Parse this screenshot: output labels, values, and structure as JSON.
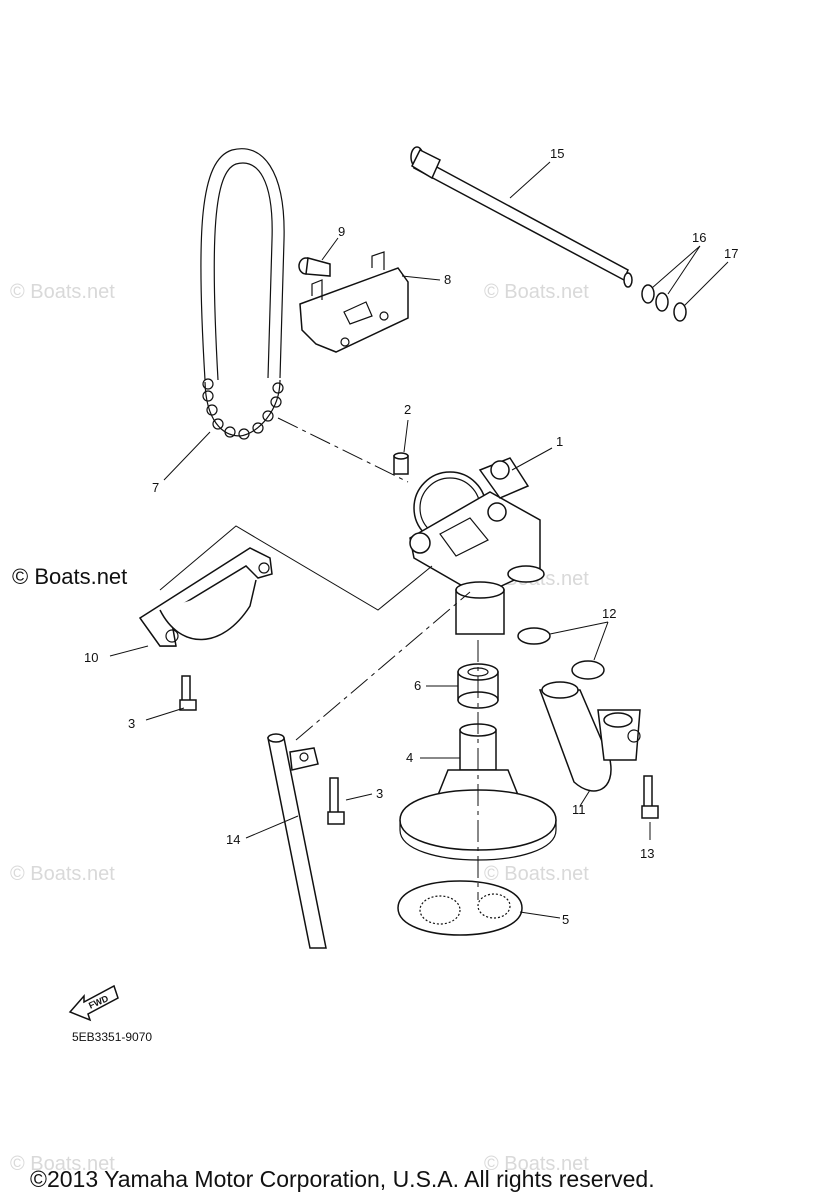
{
  "watermark": "© Boats.net",
  "brand_mark": "© Boats.net",
  "diagram_code": "5EB3351-9070",
  "fwd_label": "FWD",
  "copyright": "©2013 Yamaha Motor Corporation, U.S.A. All rights reserved.",
  "callouts": {
    "c1": "1",
    "c2": "2",
    "c3a": "3",
    "c3b": "3",
    "c4": "4",
    "c5": "5",
    "c6": "6",
    "c7": "7",
    "c8": "8",
    "c9": "9",
    "c10": "10",
    "c11": "11",
    "c12": "12",
    "c13": "13",
    "c14": "14",
    "c15": "15",
    "c16": "16",
    "c17": "17"
  }
}
